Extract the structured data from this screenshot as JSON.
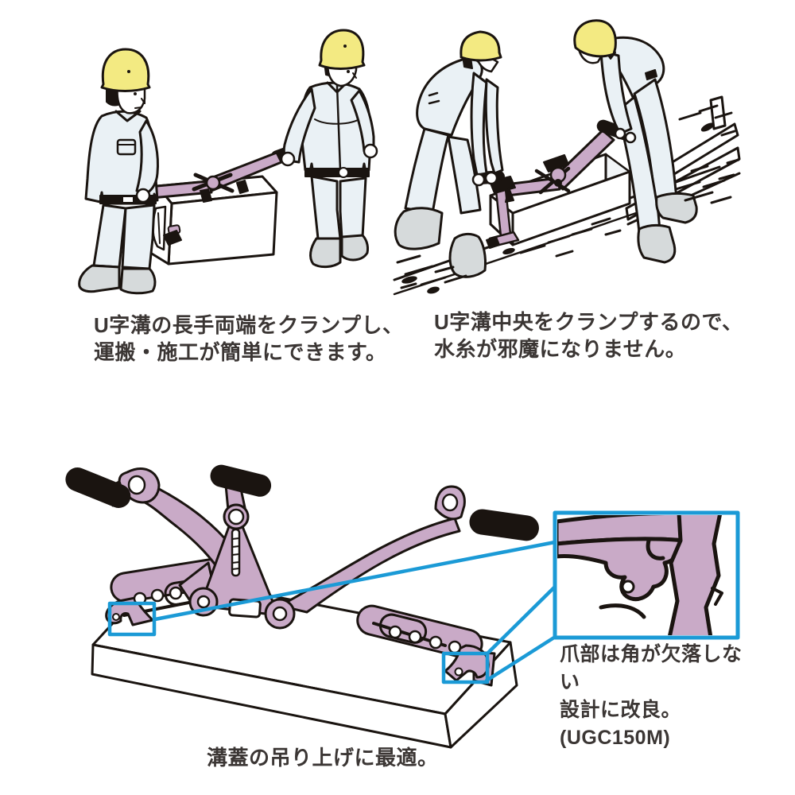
{
  "colors": {
    "outline": "#1a1410",
    "clamp_pink": "#c9aac7",
    "helmet_yellow": "#f3ea82",
    "clothing": "#eaf1f5",
    "boot_gray": "#d6dadb",
    "callout_blue": "#1b9ad6",
    "text": "#3b3634",
    "background": "#ffffff"
  },
  "figures": {
    "fig1": {
      "caption": "U字溝の長手両端をクランプし、\n運搬・施工が簡単にできます。"
    },
    "fig2": {
      "caption": "U字溝中央をクランプするので、\n水糸が邪魔になりません。"
    },
    "fig3": {
      "caption": "溝蓋の吊り上げに最適。",
      "note": "爪部は角が欠落しない\n設計に改良。\n(UGC150M)",
      "model": "UGC150M"
    }
  }
}
